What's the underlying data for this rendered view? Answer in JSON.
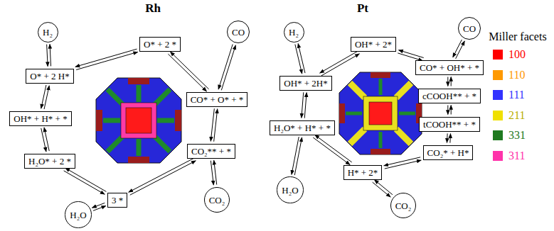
{
  "diagram": {
    "nodes": [
      {
        "text": [
          "H₂"
        ]
      },
      {
        "text": [
          "O* + 2 *"
        ]
      },
      {
        "text": [
          "CO"
        ]
      },
      {
        "text": [
          "O* + 2 H*"
        ]
      },
      {
        "text": [
          "CO* + O* + *"
        ]
      },
      {
        "text": [
          "OH* + H* + *"
        ]
      },
      {
        "text": [
          "CO₂** + *"
        ]
      },
      {
        "text": [
          "H₂O* + 2 *"
        ]
      },
      {
        "text": [
          "3 *"
        ]
      },
      {
        "text": [
          "CO₂"
        ]
      },
      {
        "text": [
          "H₂O"
        ]
      },
      {
        "text": [
          "H₂"
        ]
      },
      {
        "text": [
          "OH* + 2*"
        ]
      },
      {
        "text": [
          "CO"
        ]
      },
      {
        "text": [
          "OH* + 2H*"
        ]
      },
      {
        "text": [
          "CO* + OH* + *"
        ]
      },
      {
        "text": [
          "cCOOH** + *"
        ]
      },
      {
        "text": [
          "tCOOH** + *"
        ]
      },
      {
        "text": [
          "H₂O* + H* + *"
        ]
      },
      {
        "text": [
          "CO₂* + H*"
        ]
      },
      {
        "text": [
          "H* + 2*"
        ]
      },
      {
        "text": [
          "H₂O"
        ]
      },
      {
        "text": [
          "CO₂"
        ]
      }
    ],
    "edges": [
      {
        "from": 1,
        "to": 3,
        "arrow": "both"
      },
      {
        "from": 3,
        "to": 5,
        "arrow": "both"
      },
      {
        "from": 5,
        "to": 7,
        "arrow": "both"
      },
      {
        "from": 7,
        "to": 8,
        "arrow": "both"
      },
      {
        "from": 8,
        "to": 6,
        "arrow": "both"
      },
      {
        "from": 6,
        "to": 4,
        "arrow": "both"
      },
      {
        "from": 4,
        "to": 1,
        "arrow": "both"
      },
      {
        "from": 3,
        "to": 0,
        "arrow": "both"
      },
      {
        "from": 10,
        "to": 8,
        "arrow": "both"
      },
      {
        "from": 9,
        "to": 6,
        "arrow": "both"
      },
      {
        "from": 2,
        "to": 4,
        "arrow": "both"
      },
      {
        "from": 12,
        "to": 14,
        "arrow": "both"
      },
      {
        "from": 14,
        "to": 18,
        "arrow": "both"
      },
      {
        "from": 18,
        "to": 20,
        "arrow": "both"
      },
      {
        "from": 20,
        "to": 19,
        "arrow": "both"
      },
      {
        "from": 19,
        "to": 17,
        "arrow": "both"
      },
      {
        "from": 17,
        "to": 16,
        "arrow": "both"
      },
      {
        "from": 16,
        "to": 15,
        "arrow": "both"
      },
      {
        "from": 15,
        "to": 12,
        "arrow": "both"
      },
      {
        "from": 14,
        "to": 11,
        "arrow": "both"
      },
      {
        "from": 21,
        "to": 18,
        "arrow": "both"
      },
      {
        "from": 22,
        "to": 20,
        "arrow": "both"
      },
      {
        "from": 13,
        "to": 15,
        "arrow": "both"
      }
    ],
    "labels": [
      "Rh",
      "Pt",
      "Miller facets"
    ],
    "legend": [
      {
        "text": "100",
        "color": "#ff0000"
      },
      {
        "text": "110",
        "color": "#ff9900"
      },
      {
        "text": "111",
        "color": "#3333ff"
      },
      {
        "text": "211",
        "color": "#f0e000"
      },
      {
        "text": "331",
        "color": "#1f7a1f"
      },
      {
        "text": "311",
        "color": "#ff33aa"
      }
    ]
  }
}
